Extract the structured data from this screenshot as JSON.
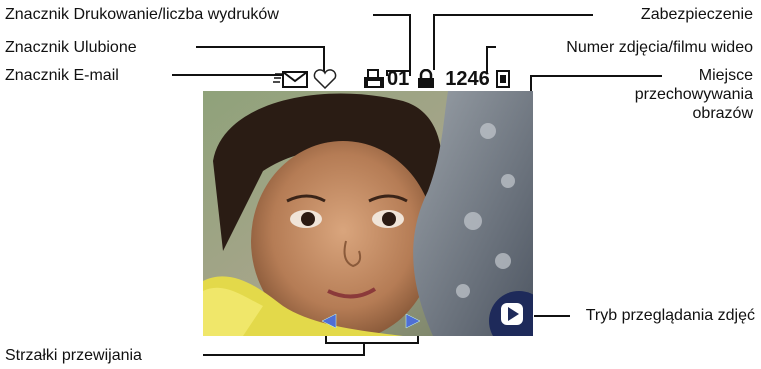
{
  "labels": {
    "print": "Znacznik Drukowanie/liczba wydruków",
    "favorite": "Znacznik Ulubione",
    "email": "Znacznik E-mail",
    "protect": "Zabezpieczenie",
    "number": "Numer zdjęcia/filmu wideo",
    "storage": "Miejsce przechowywania obrazów",
    "review": "Tryb przeglądania zdjęć",
    "scroll": "Strzałki przewijania"
  },
  "hud": {
    "print_count": "01",
    "picture_number": "1246"
  },
  "icons": [
    "email-icon",
    "heart-icon",
    "print-icon",
    "lock-icon",
    "storage-card-icon",
    "review-mode-icon",
    "scroll-arrow-left-icon",
    "scroll-arrow-right-icon"
  ],
  "colors": {
    "arrow": "#4f6fd6",
    "review_badge": "#1e2a5a"
  }
}
